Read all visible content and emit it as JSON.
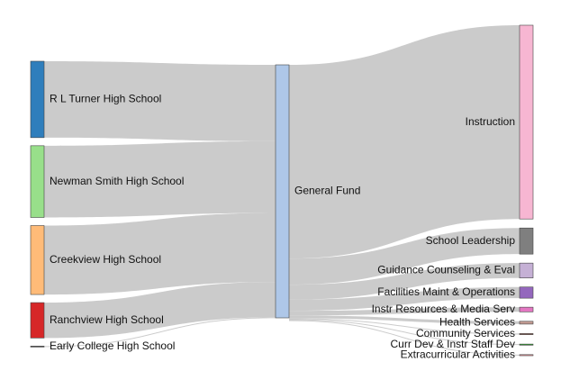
{
  "sources": [
    {
      "id": "rl-turner",
      "label": "R L Turner High School",
      "value": 82,
      "color": "#2f7ebc"
    },
    {
      "id": "newman-smith",
      "label": "Newman Smith High School",
      "value": 77,
      "color": "#98df8a"
    },
    {
      "id": "creekview",
      "label": "Creekview High School",
      "value": 74,
      "color": "#ffbb78"
    },
    {
      "id": "ranchview",
      "label": "Ranchview High School",
      "value": 38,
      "color": "#d62728"
    },
    {
      "id": "early-college",
      "label": "Early College High School",
      "value": 0.6,
      "color": "#444444"
    }
  ],
  "hub": {
    "id": "general-fund",
    "label": "General Fund",
    "color": "#aec7e8"
  },
  "targets": [
    {
      "id": "instruction",
      "label": "Instruction",
      "value": 208,
      "color": "#f7b6d2"
    },
    {
      "id": "school-leadership",
      "label": "School Leadership",
      "value": 28,
      "color": "#7f7f7f"
    },
    {
      "id": "guidance",
      "label": "Guidance Counseling & Eval",
      "value": 16,
      "color": "#c5b0d5"
    },
    {
      "id": "facilities",
      "label": "Facilities Maint & Operations",
      "value": 12,
      "color": "#9467bd"
    },
    {
      "id": "instr-resources",
      "label": "Instr Resources & Media Serv",
      "value": 5,
      "color": "#e377c2"
    },
    {
      "id": "health",
      "label": "Health Services",
      "value": 3,
      "color": "#c49c94"
    },
    {
      "id": "community",
      "label": "Community Services",
      "value": 1,
      "color": "#8c564b"
    },
    {
      "id": "curr-dev",
      "label": "Curr Dev & Instr Staff Dev",
      "value": 1,
      "color": "#2ca02c"
    },
    {
      "id": "extracurricular",
      "label": "Extracurricular Activities",
      "value": 1,
      "color": "#e7969c"
    }
  ]
}
